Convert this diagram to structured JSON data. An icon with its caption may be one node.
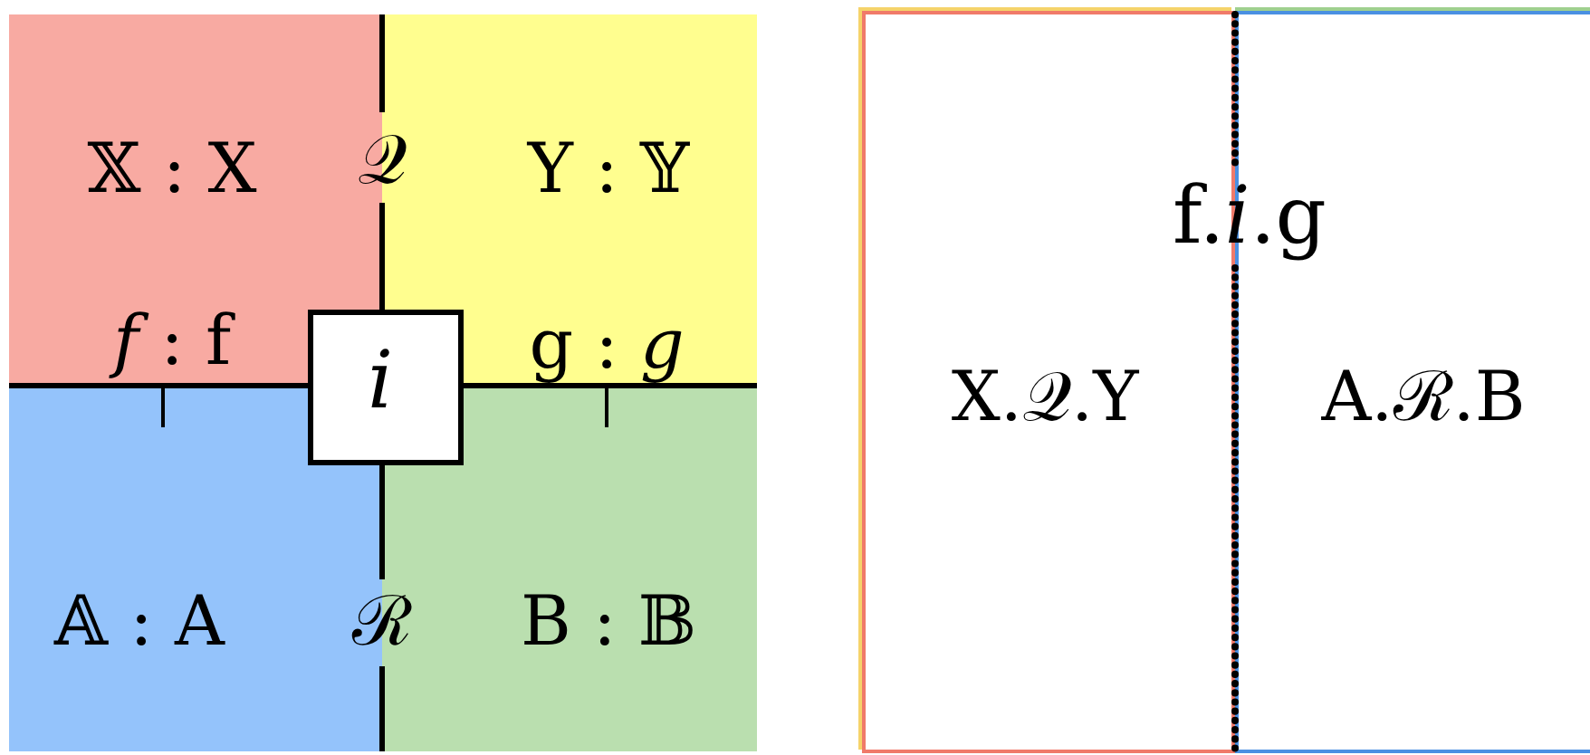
{
  "diagram": {
    "nodes": [
      {
        "text": [
          "𝕏 : X",
          "*f* : f"
        ]
      },
      {
        "text": [
          "Y : 𝕐",
          "g : *g*"
        ]
      },
      {
        "text": [
          "𝔸 : A"
        ]
      },
      {
        "text": [
          "B : 𝔹"
        ]
      },
      {
        "text": [
          "*i*"
        ]
      },
      {
        "text": [
          "X.𝒬.Y"
        ]
      },
      {
        "text": [
          "A.ℛ.B"
        ]
      }
    ],
    "edges": [],
    "labels": [
      "𝒬",
      "ℛ",
      "f.*i*.g"
    ]
  }
}
